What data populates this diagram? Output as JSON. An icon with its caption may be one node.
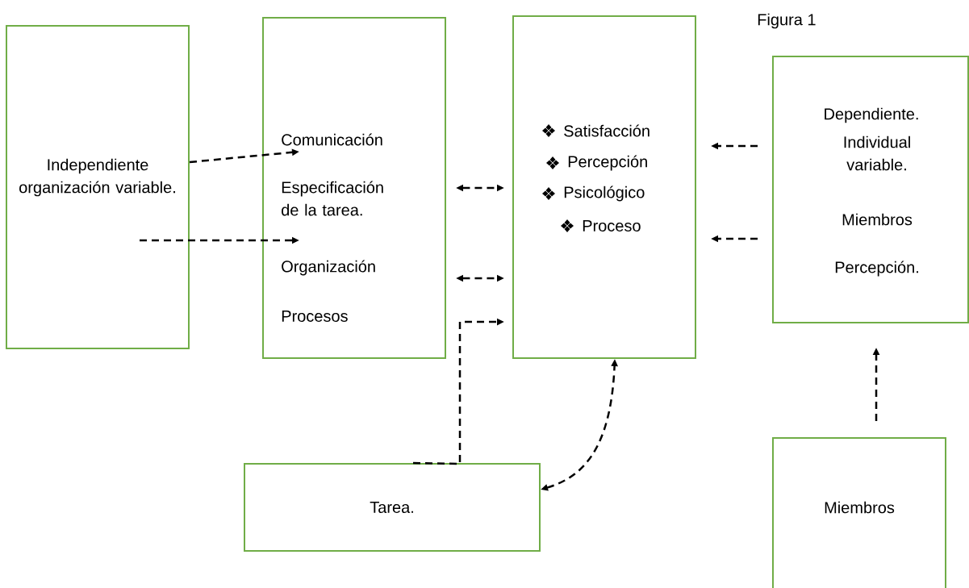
{
  "diagram": {
    "title": "Figura 1",
    "nodes": [
      {
        "text": [
          "Independiente organización variable."
        ]
      },
      {
        "text": [
          "Comunicación",
          "Especificación de la tarea.",
          "Organización",
          "Procesos"
        ]
      },
      {
        "text": [
          "Satisfacción",
          "Percepción",
          "Psicológico",
          "Proceso"
        ]
      },
      {
        "text": [
          "Dependiente.",
          "Individual variable.",
          "Miembros",
          "Percepción."
        ]
      },
      {
        "text": [
          "Tarea."
        ]
      },
      {
        "text": [
          "Miembros"
        ]
      }
    ],
    "edges": [
      {
        "from": 0,
        "to": 1,
        "arrow": "to",
        "style": "dashed"
      },
      {
        "from": 0,
        "to": 1,
        "arrow": "to",
        "style": "dashed"
      },
      {
        "from": 1,
        "to": 2,
        "arrow": "both",
        "style": "dashed"
      },
      {
        "from": 1,
        "to": 2,
        "arrow": "both",
        "style": "dashed"
      },
      {
        "from": 4,
        "to": 2,
        "arrow": "to",
        "style": "dashed"
      },
      {
        "from": 4,
        "to": 2,
        "arrow": "both",
        "style": "dashed"
      },
      {
        "from": 3,
        "to": 2,
        "arrow": "to",
        "style": "dashed"
      },
      {
        "from": 3,
        "to": 2,
        "arrow": "to",
        "style": "dashed"
      },
      {
        "from": 5,
        "to": 3,
        "arrow": "to",
        "style": "dashed"
      }
    ]
  }
}
